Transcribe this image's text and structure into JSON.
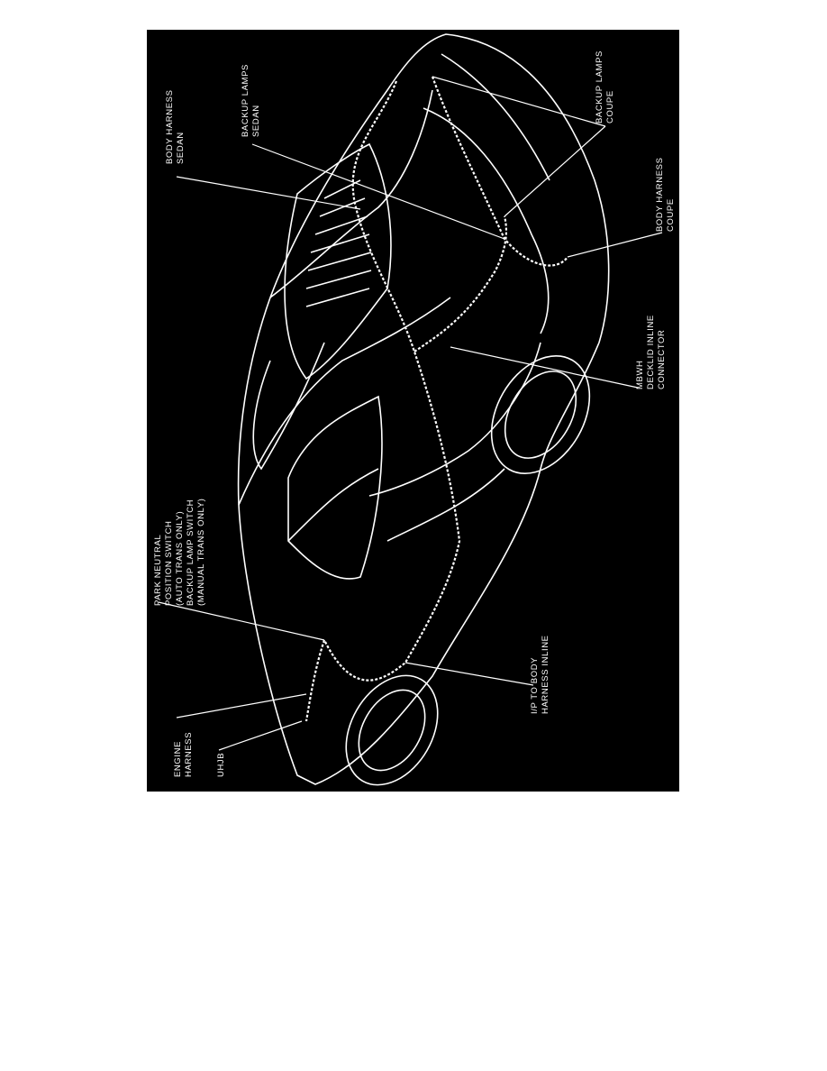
{
  "diagram": {
    "background_color": "#000000",
    "line_color": "#ffffff",
    "labels": {
      "body_harness_sedan": [
        "BODY HARNESS",
        "SEDAN"
      ],
      "backup_lamps_sedan": [
        "BACKUP LAMPS",
        "SEDAN"
      ],
      "backup_lamps_coupe": [
        "BACKUP LAMPS",
        "COUPE"
      ],
      "body_harness_coupe": [
        "BODY HARNESS",
        "COUPE"
      ],
      "mbwh_decklid": [
        "MBWH",
        "DECKLID INLINE",
        "CONNECTOR"
      ],
      "park_neutral": [
        "PARK NEUTRAL",
        "POSITION SWITCH",
        "(AUTO TRANS ONLY)",
        "BACKUP LAMP SWITCH",
        "(MANUAL TRANS ONLY)"
      ],
      "ip_to_body": [
        "I/P TO BODY",
        "HARNESS INLINE"
      ],
      "engine_harness": [
        "ENGINE",
        "HARNESS"
      ],
      "uhjb": [
        "UHJB"
      ]
    }
  }
}
